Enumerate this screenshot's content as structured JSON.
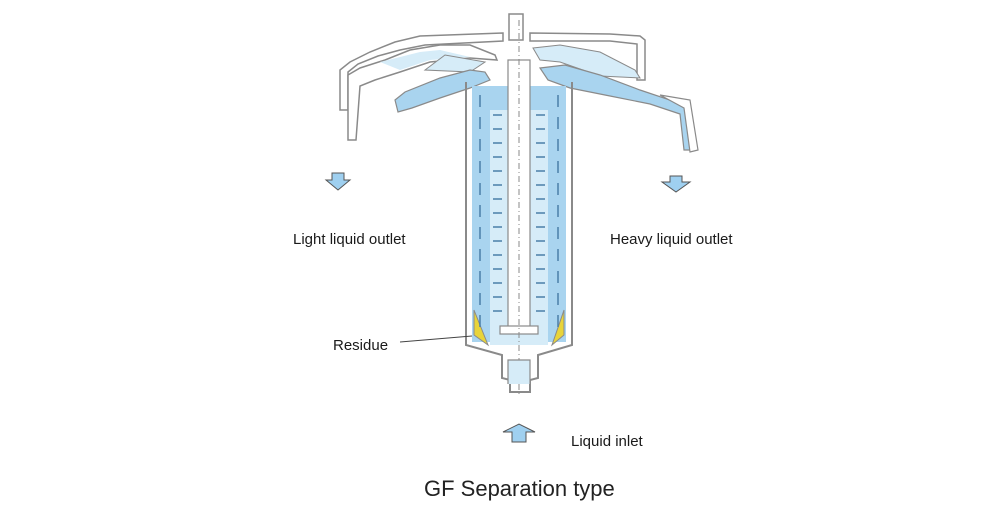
{
  "diagram": {
    "title": "GF Separation type",
    "labels": {
      "light_outlet": "Light liquid outlet",
      "heavy_outlet": "Heavy liquid outlet",
      "residue": "Residue",
      "inlet": "Liquid inlet"
    },
    "arrows": {
      "light_outlet": "down",
      "heavy_outlet": "down",
      "inlet": "up"
    },
    "colors": {
      "outline": "#8a8a8a",
      "light_liquid": "#d6ecf8",
      "heavy_liquid": "#a9d4ef",
      "residue": "#e8d43a",
      "dash": "#4a7fa8",
      "arrow_fill": "#9fd0f0",
      "background": "#ffffff"
    }
  }
}
